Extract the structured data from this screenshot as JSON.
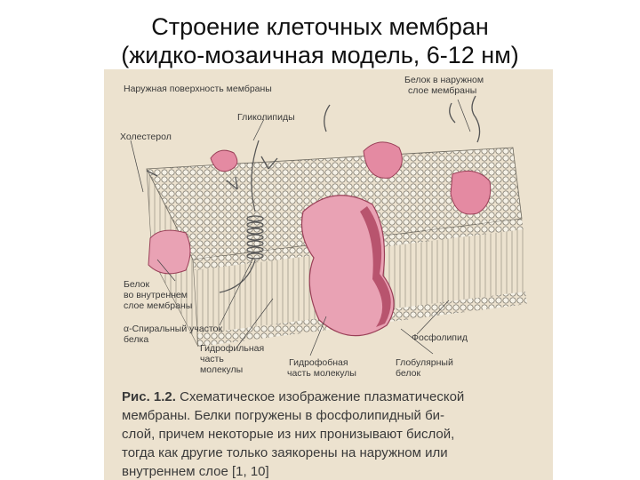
{
  "title_line1": "Строение клеточных мембран",
  "title_line2": "(жидко-мозаичная модель, 6-12 нм)",
  "labels": {
    "outer_surface": "Наружная поверхность мембраны",
    "glycolipids": "Гликолипиды",
    "cholesterol": "Холестерол",
    "outer_protein_1": "Белок в наружном",
    "outer_protein_2": "слое мембраны",
    "inner_protein_1": "Белок",
    "inner_protein_2": "во внутреннем",
    "inner_protein_3": "слое мембраны",
    "alpha_helix_1": "α-Спиральный участок",
    "alpha_helix_2": "белка",
    "hydrophilic_1": "Гидрофильная",
    "hydrophilic_2": "часть",
    "hydrophilic_3": "молекулы",
    "hydrophobic_1": "Гидрофобная",
    "hydrophobic_2": "часть молекулы",
    "phospholipid": "Фосфолипид",
    "globular_1": "Глобулярный",
    "globular_2": "белок"
  },
  "caption": {
    "fig": "Рис. 1.2.",
    "line1": "Схематическое изображение плазматической",
    "line2": "мембраны. Белки погружены в фосфолипидный би-",
    "line3": "слой, причем некоторые из них пронизывают бислой,",
    "line4": "тогда как другие только заякорены на наружном или",
    "line5": "внутреннем слое [1, 10]"
  },
  "colors": {
    "background": "#ffffff",
    "scan": "#ece2cf",
    "protein": "#e9a2b4",
    "protein_dark": "#b8546e",
    "lipid_head": "#f4f0e4",
    "line": "#555555"
  }
}
